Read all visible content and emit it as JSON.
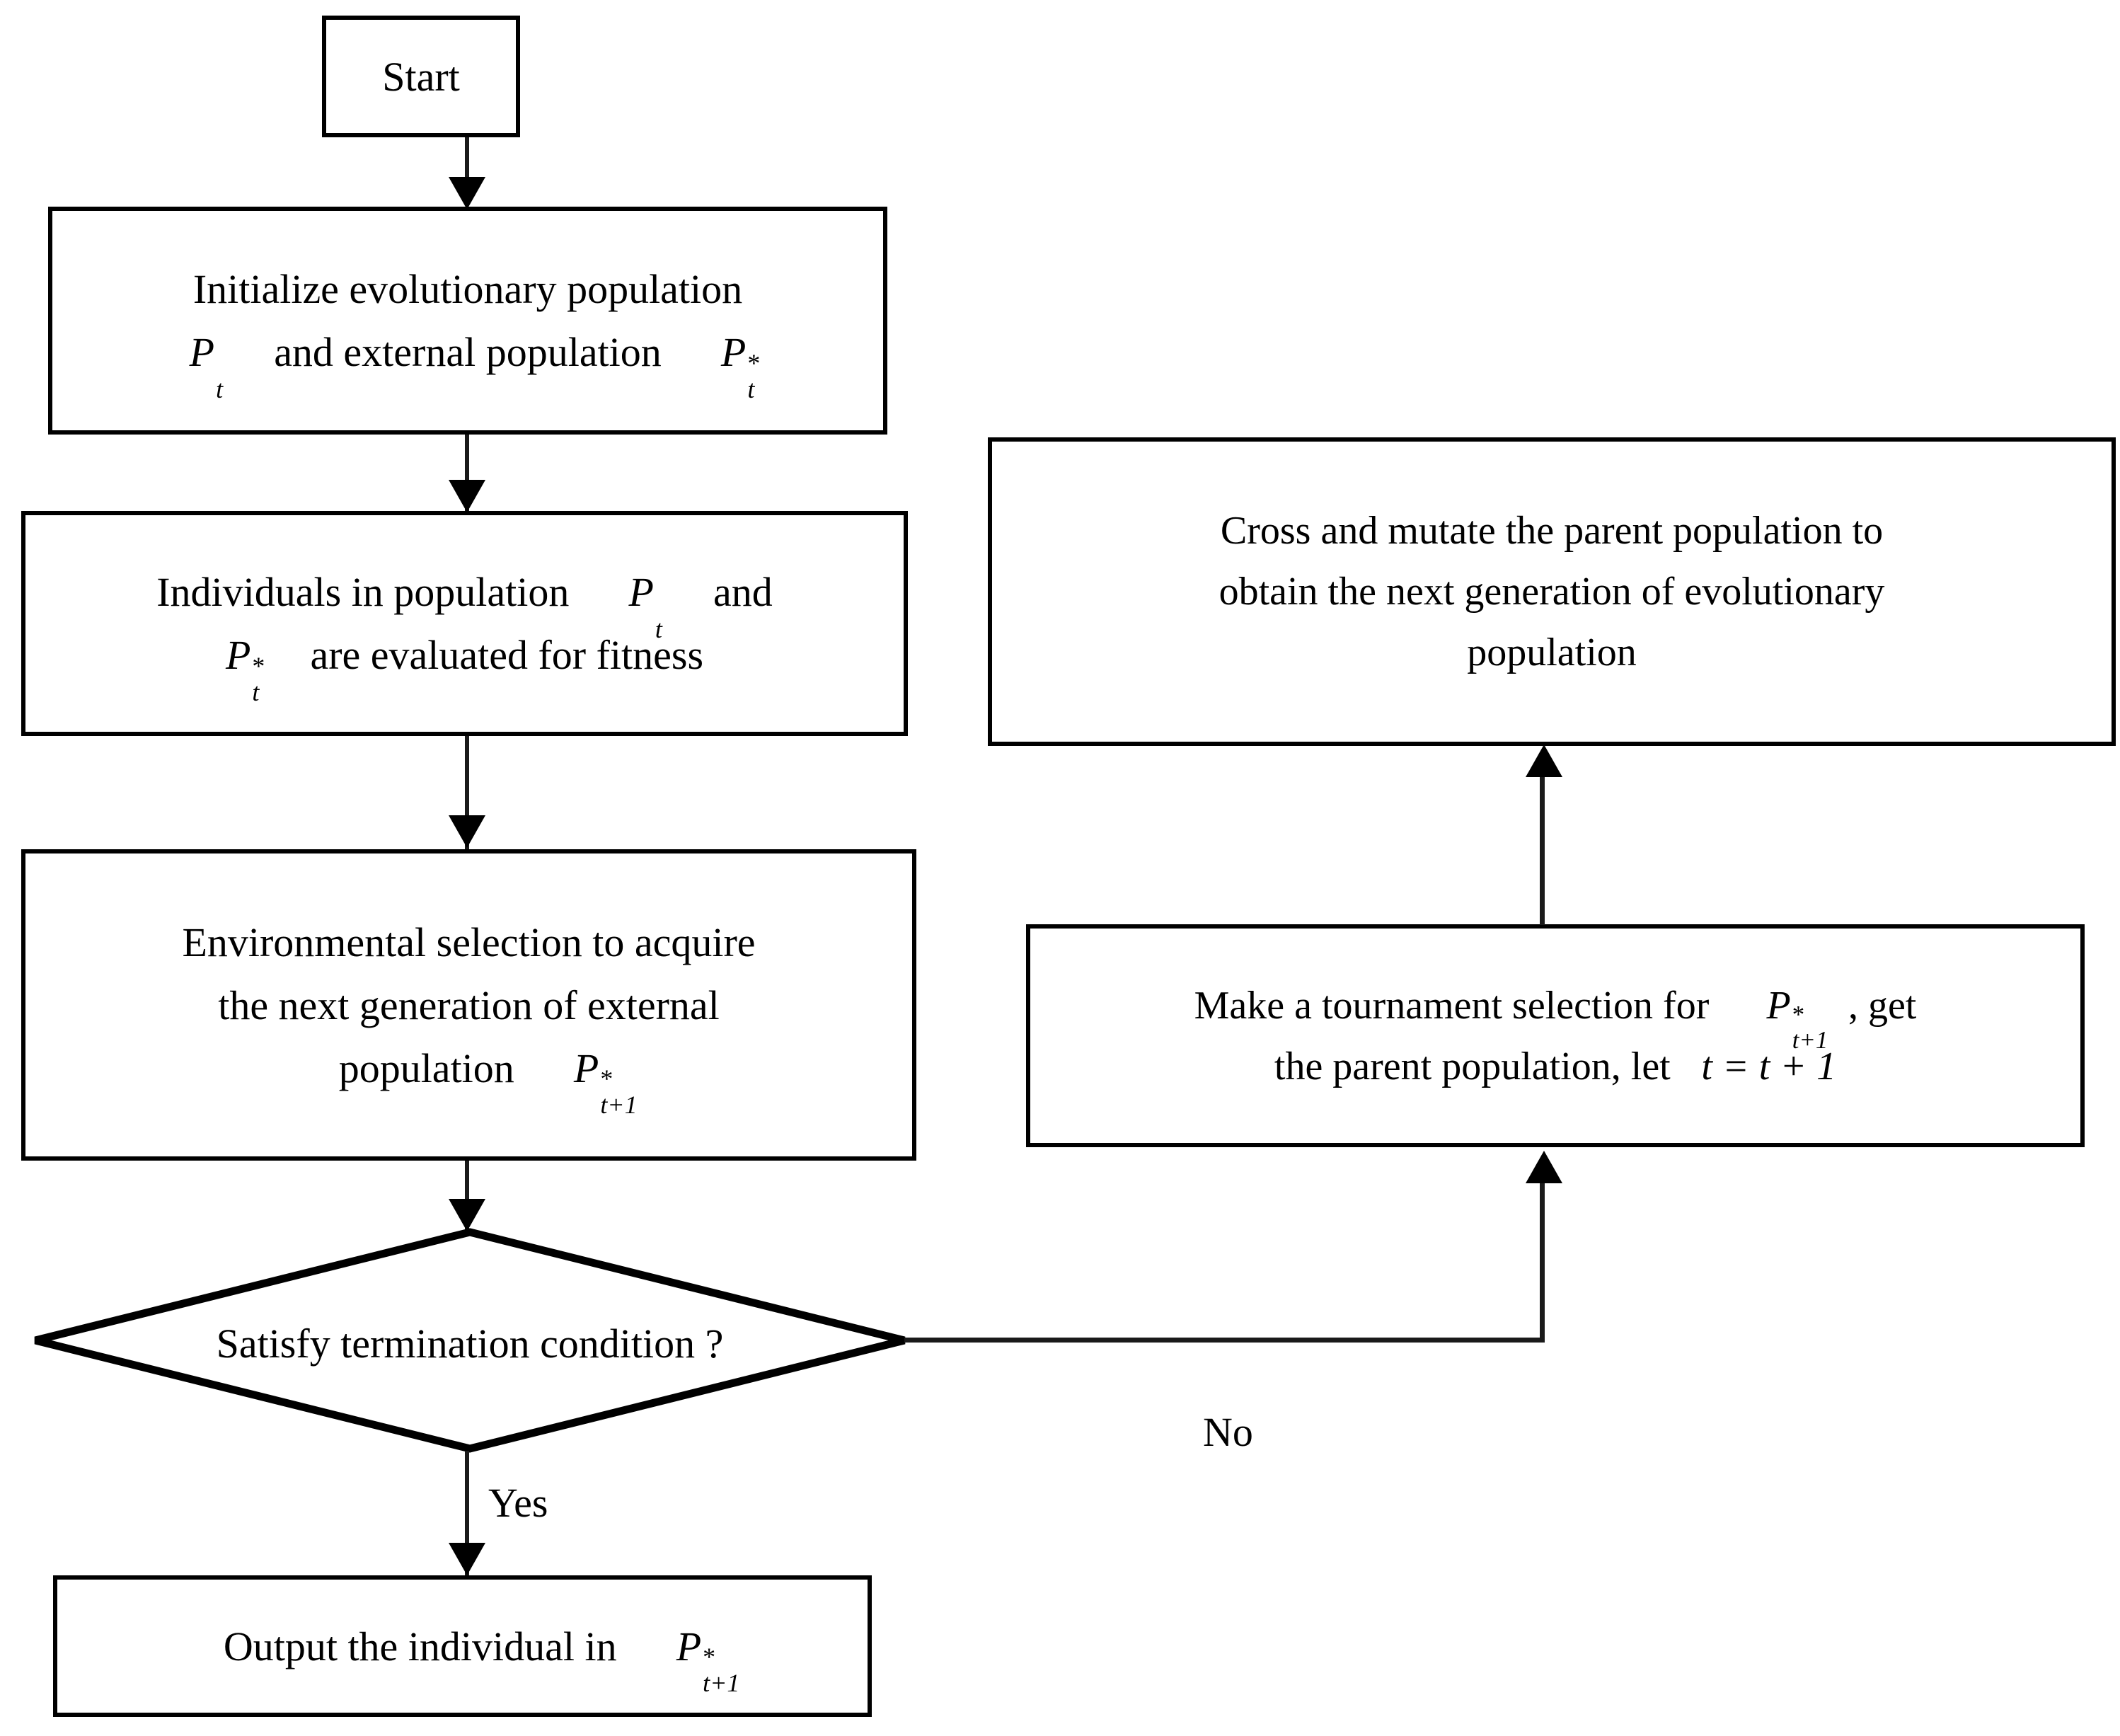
{
  "diagram": {
    "type": "flowchart",
    "title": "Evolutionary algorithm flowchart",
    "nodes": {
      "start": {
        "shape": "rect",
        "label": "Start"
      },
      "initialize": {
        "shape": "rect",
        "line1": "Initialize evolutionary population",
        "line2_a": "P",
        "line2_sub_a": "t",
        "line2_b": "and external population",
        "line2_c": "P",
        "line2_sup_c": "*",
        "line2_sub_c": "t",
        "plain": "Initialize evolutionary population Pt and external population P*t"
      },
      "evaluate": {
        "shape": "rect",
        "line1_a": "Individuals in population",
        "line1_b": "P",
        "line1_sub_b": "t",
        "line1_c": "and",
        "line2_a": "P",
        "line2_sup_a": "*",
        "line2_sub_a": "t",
        "line2_b": "are evaluated for fitness",
        "plain": "Individuals in population Pt and P*t are evaluated for fitness"
      },
      "env_selection": {
        "shape": "rect",
        "line1": "Environmental selection to acquire",
        "line2": "the next generation of external",
        "line3_a": "population",
        "line3_b": "P",
        "line3_sup_b": "*",
        "line3_sub_b": "t+1",
        "plain": "Environmental selection to acquire the next generation of external population P*t+1"
      },
      "decision": {
        "shape": "diamond",
        "label": "Satisfy termination condition ?"
      },
      "output": {
        "shape": "rect",
        "line1_a": "Output the individual in",
        "line1_b": "P",
        "line1_sup_b": "*",
        "line1_sub_b": "t+1",
        "plain": "Output the individual in P*t+1"
      },
      "tournament": {
        "shape": "rect",
        "line1_a": "Make a tournament selection for",
        "line1_b": "P",
        "line1_sup_b": "*",
        "line1_sub_b": "t+1",
        "line1_c": ", get",
        "line2_a": "the parent population, let",
        "line2_b": "t = t + 1",
        "plain": "Make a tournament selection for P*t+1, get the parent population, let t = t + 1"
      },
      "cross_mutate": {
        "shape": "rect",
        "line1": "Cross and mutate the parent population to",
        "line2": "obtain the next generation of evolutionary",
        "line3": "population",
        "plain": "Cross and mutate the parent population to obtain the next generation of evolutionary population"
      }
    },
    "edge_labels": {
      "yes": "Yes",
      "no": "No"
    },
    "colors": {
      "stroke": "#000000",
      "connector": "#1a1a1a",
      "background": "#ffffff",
      "text": "#000000"
    }
  }
}
